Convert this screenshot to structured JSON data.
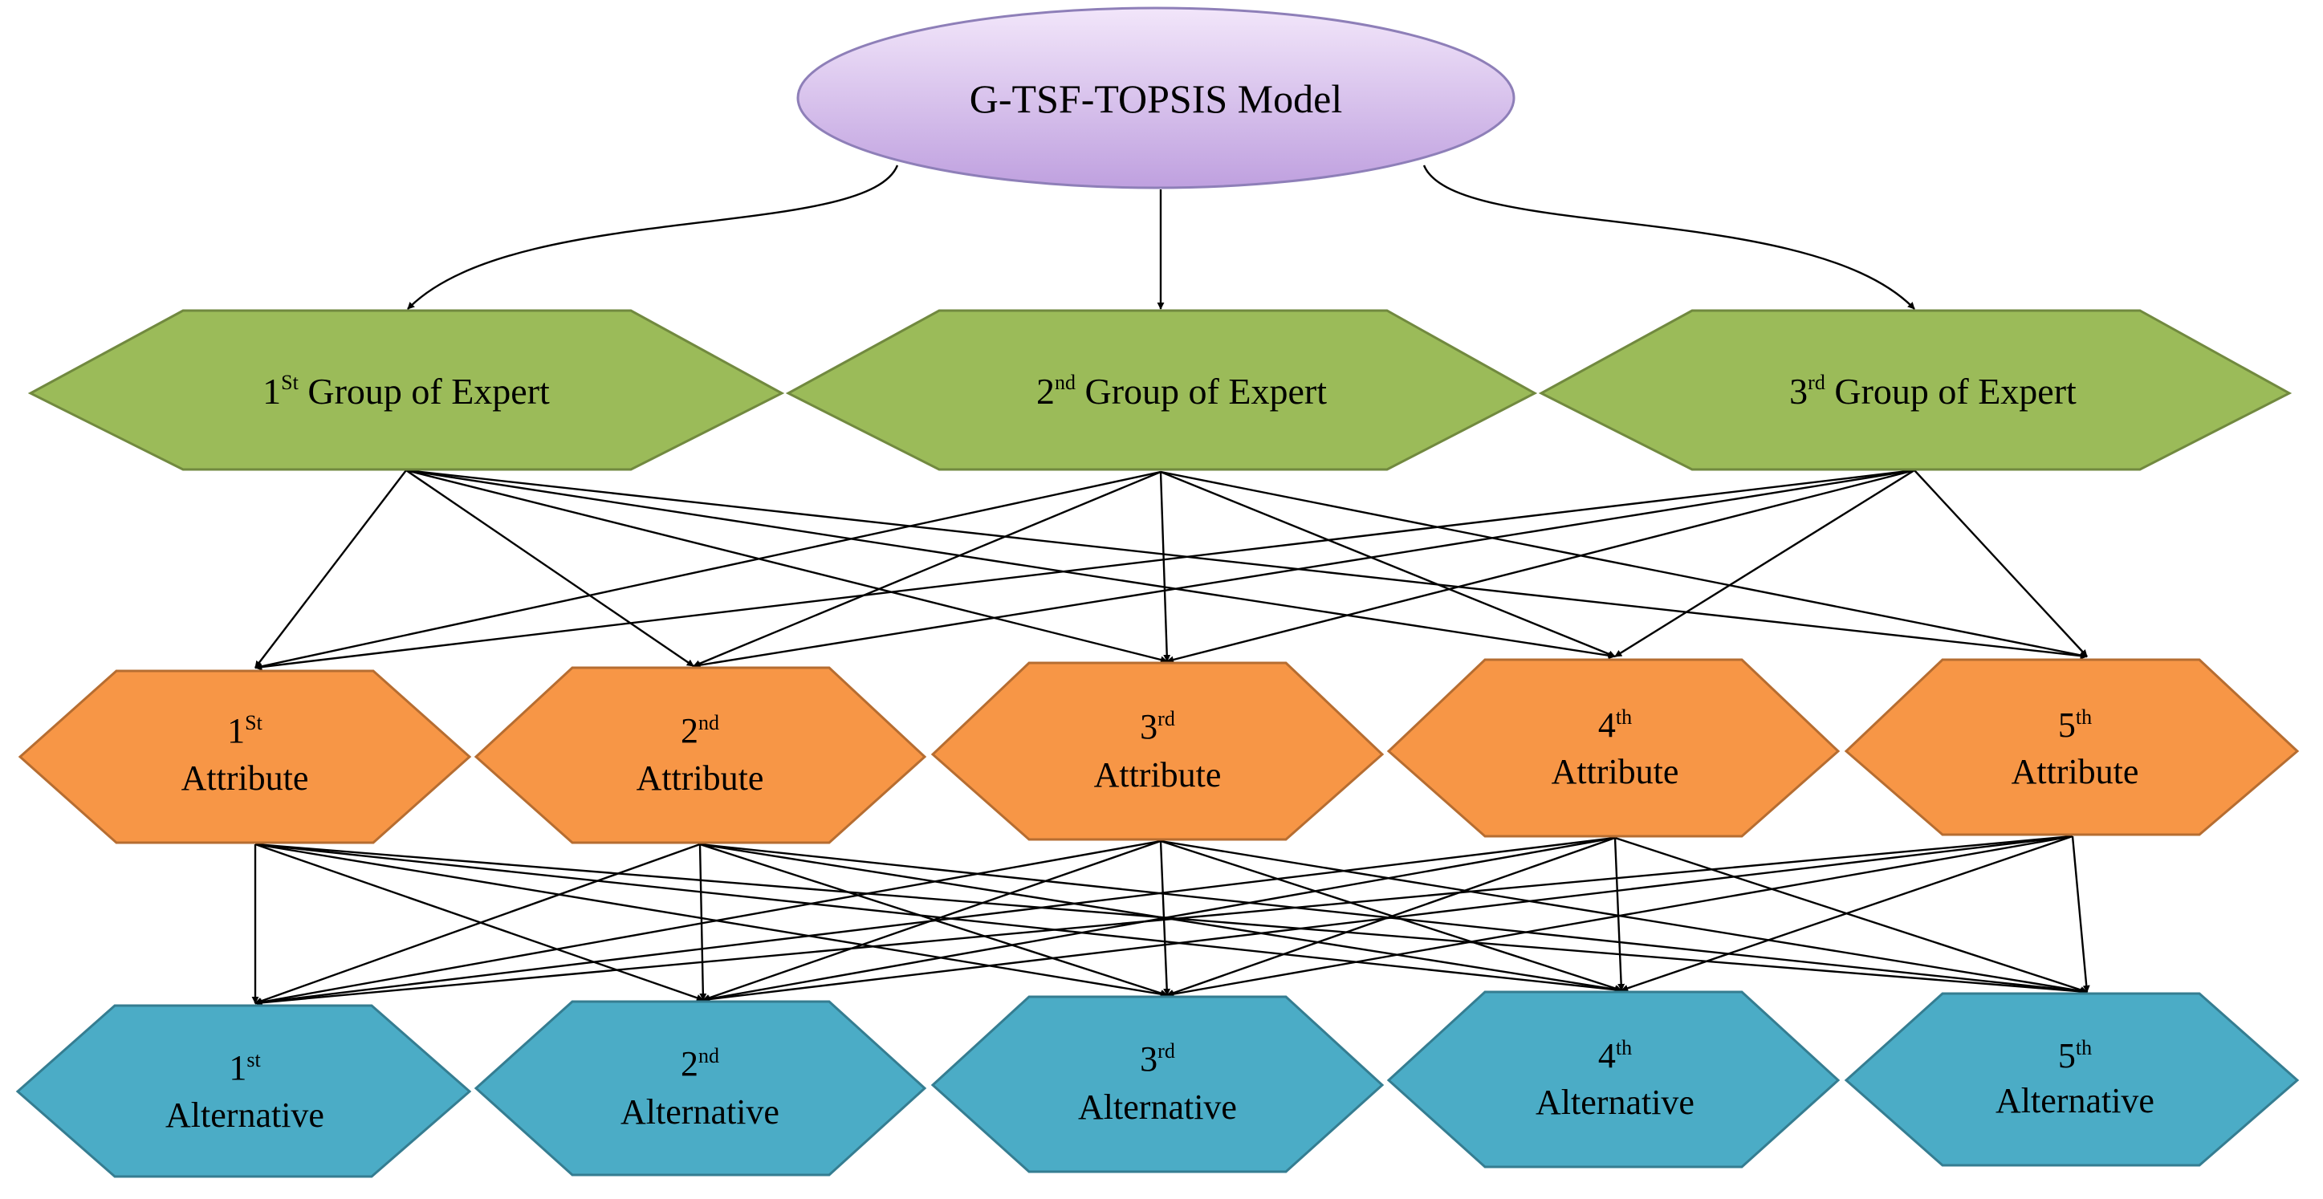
{
  "root": {
    "label": "G-TSF-TOPSIS Model"
  },
  "groups": [
    {
      "num": "1",
      "sup": "St",
      "rest": " Group  of Expert"
    },
    {
      "num": "2",
      "sup": "nd",
      "rest": " Group  of Expert"
    },
    {
      "num": "3",
      "sup": "rd",
      "rest": " Group  of Expert"
    }
  ],
  "attributes": [
    {
      "num": "1",
      "sup": "St",
      "word": "Attribute"
    },
    {
      "num": "2",
      "sup": "nd",
      "word": "Attribute"
    },
    {
      "num": "3",
      "sup": "rd",
      "word": "Attribute"
    },
    {
      "num": "4",
      "sup": "th",
      "word": "Attribute"
    },
    {
      "num": "5",
      "sup": "th",
      "word": "Attribute"
    }
  ],
  "alternatives": [
    {
      "num": "1",
      "sup": "st",
      "word": "Alternative"
    },
    {
      "num": "2",
      "sup": "nd",
      "word": "Alternative"
    },
    {
      "num": "3",
      "sup": "rd",
      "word": "Alternative"
    },
    {
      "num": "4",
      "sup": "th",
      "word": "Alternative"
    },
    {
      "num": "5",
      "sup": "th",
      "word": "Alternative"
    }
  ],
  "colors": {
    "root_fill_top": "#f2e6fa",
    "root_fill_bottom": "#bfa0df",
    "root_stroke": "#8e7fb8",
    "group_fill": "#9bbb59",
    "group_stroke": "#71893f",
    "attribute_fill": "#f79646",
    "attribute_stroke": "#b66d31",
    "alternative_fill": "#4bacc6",
    "alternative_stroke": "#357d91"
  }
}
